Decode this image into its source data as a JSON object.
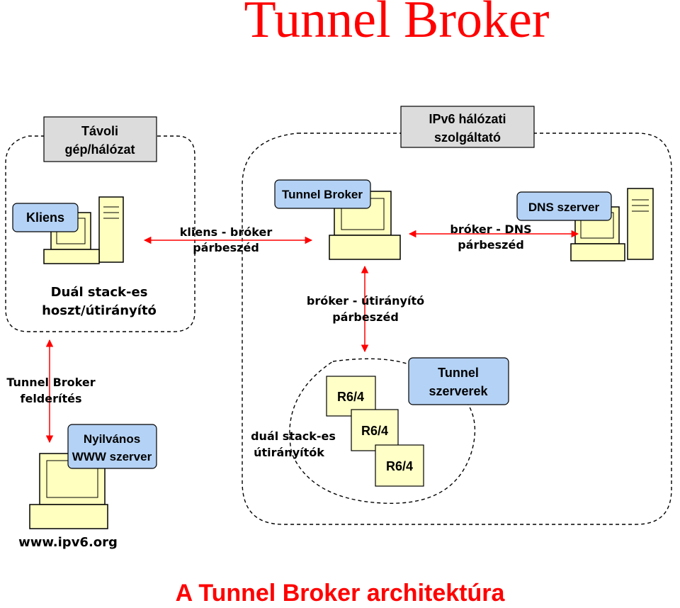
{
  "title": "Tunnel Broker",
  "caption": "A Tunnel Broker architektúra",
  "regions": {
    "remote_host": [
      "Távoli",
      "gép/hálózat"
    ],
    "ipv6_provider": [
      "IPv6 hálózati",
      "szolgáltató"
    ]
  },
  "nodes": {
    "client": "Kliens",
    "tunnel_broker": "Tunnel Broker",
    "dns_server": "DNS szerver",
    "public_www": [
      "Nyilvános",
      "WWW szerver"
    ],
    "tunnel_servers": [
      "Tunnel",
      "szerverek"
    ],
    "router_1": "R6/4",
    "router_2": "R6/4",
    "router_3": "R6/4"
  },
  "labels": {
    "dual_stack_host": [
      "Duál stack-es",
      "hoszt/útirányító"
    ],
    "client_broker": [
      "kliens - bróker",
      "párbeszéd"
    ],
    "broker_dns": [
      "bróker - DNS",
      "párbeszéd"
    ],
    "broker_router": [
      "bróker - útirányító",
      "párbeszéd"
    ],
    "discovery": [
      "Tunnel Broker",
      "felderítés"
    ],
    "dual_stack_routers": [
      "duál stack-es",
      "útirányítók"
    ],
    "www_url": "www.ipv6.org"
  },
  "colors": {
    "title": "#ff0000",
    "arrow": "#ff0000",
    "region_box": "#dcdcdc",
    "node_box": "#b4d2f5",
    "router_box": "#ffffc8",
    "monitor": "#ffffc0"
  }
}
